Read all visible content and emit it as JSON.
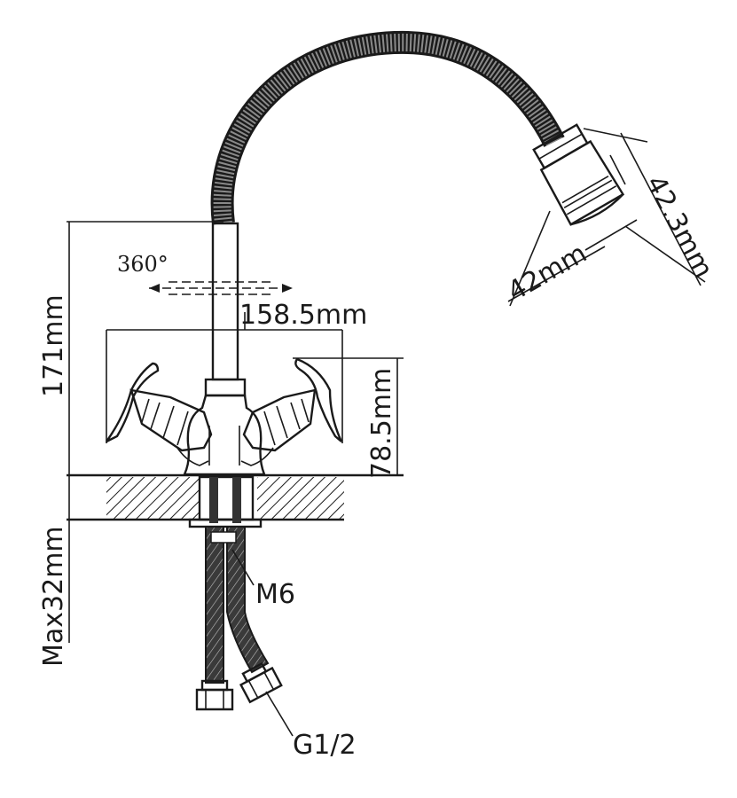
{
  "dimensions": {
    "height_total": "171mm",
    "rotation": "360°",
    "handle_span": "158.5mm",
    "handle_height": "78.5mm",
    "max_counter_thickness": "Max32mm",
    "spray_width": "42mm",
    "spray_depth": "42.3mm"
  },
  "connections": {
    "stud_thread": "M6",
    "inlet_thread": "G1/2"
  },
  "colors": {
    "line": "#1a1a1a",
    "hose_fill": "#555555",
    "background": "#ffffff"
  }
}
